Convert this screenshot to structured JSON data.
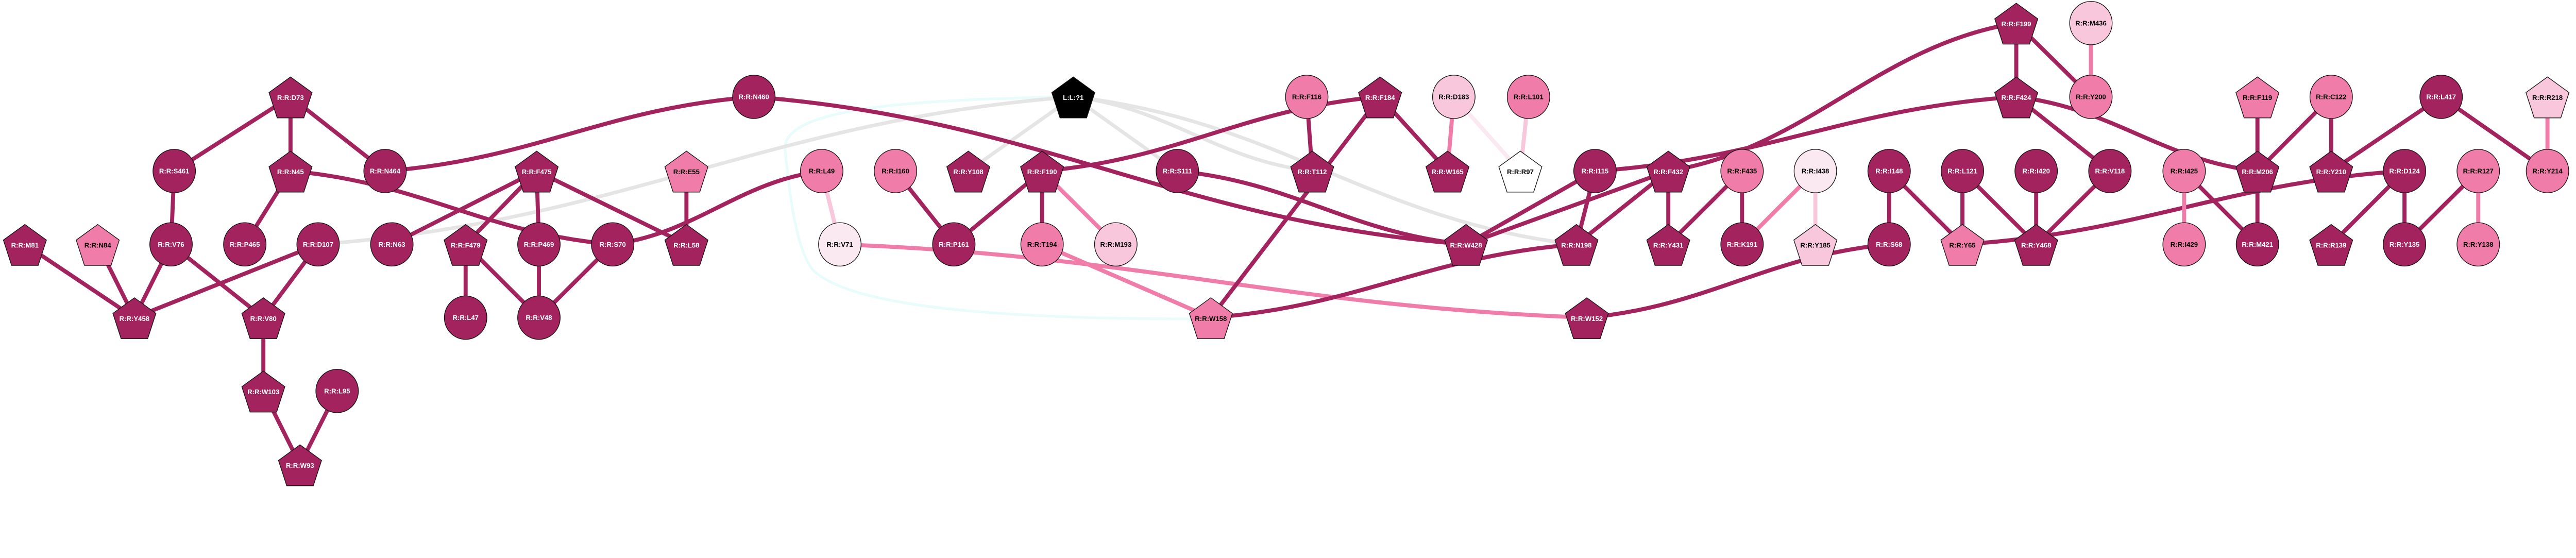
{
  "palette": {
    "dark": "#a2235e",
    "pink": "#f07ca9",
    "light": "#f9c7dc",
    "faint": "#fbe9f1",
    "white": "#ffffff",
    "black": "#000000",
    "gray_edge": "#e5e5e5",
    "hull": "#e9fcfc"
  },
  "nodes": [
    {
      "id": "D73",
      "label": "R:R:D73",
      "shape": "pentagon",
      "tone": "dark"
    },
    {
      "id": "S461",
      "label": "R:R:S461",
      "shape": "circle",
      "tone": "dark"
    },
    {
      "id": "N45",
      "label": "R:R:N45",
      "shape": "pentagon",
      "tone": "dark"
    },
    {
      "id": "N464",
      "label": "R:R:N464",
      "shape": "circle",
      "tone": "dark"
    },
    {
      "id": "M81",
      "label": "R:R:M81",
      "shape": "pentagon",
      "tone": "dark"
    },
    {
      "id": "N84",
      "label": "R:R:N84",
      "shape": "pentagon",
      "tone": "pink"
    },
    {
      "id": "V76",
      "label": "R:R:V76",
      "shape": "circle",
      "tone": "dark"
    },
    {
      "id": "P465",
      "label": "R:R:P465",
      "shape": "circle",
      "tone": "dark"
    },
    {
      "id": "D107",
      "label": "R:R:D107",
      "shape": "circle",
      "tone": "dark"
    },
    {
      "id": "N63",
      "label": "R:R:N63",
      "shape": "circle",
      "tone": "dark"
    },
    {
      "id": "Y458",
      "label": "R:R:Y458",
      "shape": "pentagon",
      "tone": "dark"
    },
    {
      "id": "V80",
      "label": "R:R:V80",
      "shape": "pentagon",
      "tone": "dark"
    },
    {
      "id": "W103",
      "label": "R:R:W103",
      "shape": "pentagon",
      "tone": "dark"
    },
    {
      "id": "L95",
      "label": "R:R:L95",
      "shape": "circle",
      "tone": "dark"
    },
    {
      "id": "W93",
      "label": "R:R:W93",
      "shape": "pentagon",
      "tone": "dark"
    },
    {
      "id": "N460",
      "label": "R:R:N460",
      "shape": "circle",
      "tone": "dark"
    },
    {
      "id": "F475",
      "label": "R:R:F475",
      "shape": "pentagon",
      "tone": "dark"
    },
    {
      "id": "E55",
      "label": "R:R:E55",
      "shape": "pentagon",
      "tone": "pink"
    },
    {
      "id": "L49",
      "label": "R:R:L49",
      "shape": "circle",
      "tone": "pink"
    },
    {
      "id": "I160",
      "label": "R:R:I160",
      "shape": "circle",
      "tone": "pink"
    },
    {
      "id": "F479",
      "label": "R:R:F479",
      "shape": "pentagon",
      "tone": "dark"
    },
    {
      "id": "P469",
      "label": "R:R:P469",
      "shape": "circle",
      "tone": "dark"
    },
    {
      "id": "S70",
      "label": "R:R:S70",
      "shape": "circle",
      "tone": "dark"
    },
    {
      "id": "L58",
      "label": "R:R:L58",
      "shape": "pentagon",
      "tone": "dark"
    },
    {
      "id": "V71",
      "label": "R:R:V71",
      "shape": "circle",
      "tone": "faint"
    },
    {
      "id": "P161",
      "label": "R:R:P161",
      "shape": "circle",
      "tone": "dark"
    },
    {
      "id": "L47",
      "label": "R:R:L47",
      "shape": "circle",
      "tone": "dark"
    },
    {
      "id": "V48",
      "label": "R:R:V48",
      "shape": "circle",
      "tone": "dark"
    },
    {
      "id": "LIG",
      "label": "L:L:?1",
      "shape": "pentagon",
      "tone": "black"
    },
    {
      "id": "Y108",
      "label": "R:R:Y108",
      "shape": "pentagon",
      "tone": "dark"
    },
    {
      "id": "F190",
      "label": "R:R:F190",
      "shape": "pentagon",
      "tone": "dark"
    },
    {
      "id": "S111",
      "label": "R:R:S111",
      "shape": "circle",
      "tone": "dark"
    },
    {
      "id": "T194",
      "label": "R:R:T194",
      "shape": "circle",
      "tone": "pink"
    },
    {
      "id": "M193",
      "label": "R:R:M193",
      "shape": "circle",
      "tone": "light"
    },
    {
      "id": "W158",
      "label": "R:R:W158",
      "shape": "pentagon",
      "tone": "pink"
    },
    {
      "id": "F116",
      "label": "R:R:F116",
      "shape": "circle",
      "tone": "pink"
    },
    {
      "id": "F184",
      "label": "R:R:F184",
      "shape": "pentagon",
      "tone": "dark"
    },
    {
      "id": "D183",
      "label": "R:R:D183",
      "shape": "circle",
      "tone": "light"
    },
    {
      "id": "L101",
      "label": "R:R:L101",
      "shape": "circle",
      "tone": "pink"
    },
    {
      "id": "T112",
      "label": "R:R:T112",
      "shape": "pentagon",
      "tone": "dark"
    },
    {
      "id": "W165",
      "label": "R:R:W165",
      "shape": "pentagon",
      "tone": "dark"
    },
    {
      "id": "R97",
      "label": "R:R:R97",
      "shape": "pentagon",
      "tone": "white"
    },
    {
      "id": "W428",
      "label": "R:R:W428",
      "shape": "pentagon",
      "tone": "dark"
    },
    {
      "id": "F199",
      "label": "R:R:F199",
      "shape": "pentagon",
      "tone": "dark"
    },
    {
      "id": "M436",
      "label": "R:R:M436",
      "shape": "circle",
      "tone": "light"
    },
    {
      "id": "F424",
      "label": "R:R:F424",
      "shape": "pentagon",
      "tone": "dark"
    },
    {
      "id": "Y200",
      "label": "R:R:Y200",
      "shape": "circle",
      "tone": "pink"
    },
    {
      "id": "I115",
      "label": "R:R:I115",
      "shape": "circle",
      "tone": "dark"
    },
    {
      "id": "F432",
      "label": "R:R:F432",
      "shape": "pentagon",
      "tone": "dark"
    },
    {
      "id": "F435",
      "label": "R:R:F435",
      "shape": "circle",
      "tone": "pink"
    },
    {
      "id": "I438",
      "label": "R:R:I438",
      "shape": "circle",
      "tone": "faint"
    },
    {
      "id": "I148",
      "label": "R:R:I148",
      "shape": "circle",
      "tone": "dark"
    },
    {
      "id": "L121",
      "label": "R:R:L121",
      "shape": "circle",
      "tone": "dark"
    },
    {
      "id": "I420",
      "label": "R:R:I420",
      "shape": "circle",
      "tone": "dark"
    },
    {
      "id": "N198",
      "label": "R:R:N198",
      "shape": "pentagon",
      "tone": "dark"
    },
    {
      "id": "Y431",
      "label": "R:R:Y431",
      "shape": "pentagon",
      "tone": "dark"
    },
    {
      "id": "K191",
      "label": "R:R:K191",
      "shape": "circle",
      "tone": "dark"
    },
    {
      "id": "Y185",
      "label": "R:R:Y185",
      "shape": "pentagon",
      "tone": "light"
    },
    {
      "id": "S68",
      "label": "R:R:S68",
      "shape": "circle",
      "tone": "dark"
    },
    {
      "id": "Y65",
      "label": "R:R:Y65",
      "shape": "pentagon",
      "tone": "pink"
    },
    {
      "id": "Y468",
      "label": "R:R:Y468",
      "shape": "pentagon",
      "tone": "dark"
    },
    {
      "id": "W152",
      "label": "R:R:W152",
      "shape": "pentagon",
      "tone": "dark"
    },
    {
      "id": "V118",
      "label": "R:R:V118",
      "shape": "circle",
      "tone": "dark"
    },
    {
      "id": "F119",
      "label": "R:R:F119",
      "shape": "pentagon",
      "tone": "pink"
    },
    {
      "id": "C122",
      "label": "R:R:C122",
      "shape": "circle",
      "tone": "pink"
    },
    {
      "id": "L417",
      "label": "R:R:L417",
      "shape": "circle",
      "tone": "dark"
    },
    {
      "id": "R218",
      "label": "R:R:R218",
      "shape": "pentagon",
      "tone": "light"
    },
    {
      "id": "I425",
      "label": "R:R:I425",
      "shape": "circle",
      "tone": "pink"
    },
    {
      "id": "M206",
      "label": "R:R:M206",
      "shape": "pentagon",
      "tone": "dark"
    },
    {
      "id": "Y210",
      "label": "R:R:Y210",
      "shape": "pentagon",
      "tone": "dark"
    },
    {
      "id": "D124",
      "label": "R:R:D124",
      "shape": "circle",
      "tone": "dark"
    },
    {
      "id": "R127",
      "label": "R:R:R127",
      "shape": "circle",
      "tone": "pink"
    },
    {
      "id": "Y214",
      "label": "R:R:Y214",
      "shape": "circle",
      "tone": "pink"
    },
    {
      "id": "I429",
      "label": "R:R:I429",
      "shape": "circle",
      "tone": "pink"
    },
    {
      "id": "M421",
      "label": "R:R:M421",
      "shape": "circle",
      "tone": "dark"
    },
    {
      "id": "R139",
      "label": "R:R:R139",
      "shape": "pentagon",
      "tone": "dark"
    },
    {
      "id": "Y135",
      "label": "R:R:Y135",
      "shape": "circle",
      "tone": "dark"
    },
    {
      "id": "Y138",
      "label": "R:R:Y138",
      "shape": "circle",
      "tone": "pink"
    }
  ],
  "edges": [
    {
      "from": "LIG",
      "to": "D107",
      "tone": "gray_edge"
    },
    {
      "from": "LIG",
      "to": "Y108",
      "tone": "gray_edge"
    },
    {
      "from": "LIG",
      "to": "S111",
      "tone": "gray_edge"
    },
    {
      "from": "LIG",
      "to": "T112",
      "tone": "gray_edge"
    },
    {
      "from": "LIG",
      "to": "N198",
      "tone": "gray_edge"
    },
    {
      "from": "D73",
      "to": "S461",
      "tone": "dark"
    },
    {
      "from": "D73",
      "to": "N45",
      "tone": "dark"
    },
    {
      "from": "D73",
      "to": "N464",
      "tone": "dark"
    },
    {
      "from": "S461",
      "to": "V76",
      "tone": "dark"
    },
    {
      "from": "N45",
      "to": "P465",
      "tone": "dark"
    },
    {
      "from": "N45",
      "to": "S70",
      "tone": "dark"
    },
    {
      "from": "N464",
      "to": "N460",
      "tone": "dark"
    },
    {
      "from": "N460",
      "to": "W428",
      "tone": "dark"
    },
    {
      "from": "M81",
      "to": "Y458",
      "tone": "dark"
    },
    {
      "from": "N84",
      "to": "Y458",
      "tone": "dark"
    },
    {
      "from": "V76",
      "to": "Y458",
      "tone": "dark"
    },
    {
      "from": "V76",
      "to": "V80",
      "tone": "dark"
    },
    {
      "from": "D107",
      "to": "Y458",
      "tone": "dark"
    },
    {
      "from": "D107",
      "to": "V80",
      "tone": "dark"
    },
    {
      "from": "V80",
      "to": "W103",
      "tone": "dark"
    },
    {
      "from": "W103",
      "to": "W93",
      "tone": "dark"
    },
    {
      "from": "L95",
      "to": "W93",
      "tone": "dark"
    },
    {
      "from": "N63",
      "to": "F475",
      "tone": "dark"
    },
    {
      "from": "F475",
      "to": "F479",
      "tone": "dark"
    },
    {
      "from": "F475",
      "to": "P469",
      "tone": "dark"
    },
    {
      "from": "F475",
      "to": "L58",
      "tone": "dark"
    },
    {
      "from": "F479",
      "to": "L47",
      "tone": "dark"
    },
    {
      "from": "F479",
      "to": "V48",
      "tone": "dark"
    },
    {
      "from": "P469",
      "to": "V48",
      "tone": "dark"
    },
    {
      "from": "S70",
      "to": "V48",
      "tone": "dark"
    },
    {
      "from": "E55",
      "to": "L58",
      "tone": "dark"
    },
    {
      "from": "L49",
      "to": "S70",
      "tone": "dark"
    },
    {
      "from": "L49",
      "to": "V71",
      "tone": "light"
    },
    {
      "from": "V71",
      "to": "W152",
      "tone": "pink"
    },
    {
      "from": "I160",
      "to": "P161",
      "tone": "dark"
    },
    {
      "from": "F190",
      "to": "P161",
      "tone": "dark"
    },
    {
      "from": "F190",
      "to": "T194",
      "tone": "dark"
    },
    {
      "from": "F190",
      "to": "M193",
      "tone": "pink"
    },
    {
      "from": "F190",
      "to": "F184",
      "tone": "dark"
    },
    {
      "from": "T194",
      "to": "W158",
      "tone": "pink"
    },
    {
      "from": "F184",
      "to": "W158",
      "tone": "dark"
    },
    {
      "from": "F184",
      "to": "W165",
      "tone": "dark"
    },
    {
      "from": "F116",
      "to": "T112",
      "tone": "dark"
    },
    {
      "from": "D183",
      "to": "W165",
      "tone": "pink"
    },
    {
      "from": "D183",
      "to": "R97",
      "tone": "faint"
    },
    {
      "from": "L101",
      "to": "R97",
      "tone": "light"
    },
    {
      "from": "S111",
      "to": "W428",
      "tone": "dark"
    },
    {
      "from": "W428",
      "to": "I115",
      "tone": "dark"
    },
    {
      "from": "W428",
      "to": "F432",
      "tone": "dark"
    },
    {
      "from": "W158",
      "to": "N198",
      "tone": "dark"
    },
    {
      "from": "I115",
      "to": "N198",
      "tone": "dark"
    },
    {
      "from": "I115",
      "to": "F424",
      "tone": "dark"
    },
    {
      "from": "F432",
      "to": "N198",
      "tone": "dark"
    },
    {
      "from": "F432",
      "to": "Y431",
      "tone": "dark"
    },
    {
      "from": "F432",
      "to": "F199",
      "tone": "dark"
    },
    {
      "from": "F435",
      "to": "Y431",
      "tone": "dark"
    },
    {
      "from": "F435",
      "to": "K191",
      "tone": "dark"
    },
    {
      "from": "I438",
      "to": "K191",
      "tone": "pink"
    },
    {
      "from": "I438",
      "to": "Y185",
      "tone": "light"
    },
    {
      "from": "I148",
      "to": "S68",
      "tone": "dark"
    },
    {
      "from": "I148",
      "to": "Y65",
      "tone": "dark"
    },
    {
      "from": "L121",
      "to": "Y65",
      "tone": "dark"
    },
    {
      "from": "L121",
      "to": "Y468",
      "tone": "dark"
    },
    {
      "from": "I420",
      "to": "Y468",
      "tone": "dark"
    },
    {
      "from": "S68",
      "to": "W152",
      "tone": "dark"
    },
    {
      "from": "F199",
      "to": "F424",
      "tone": "dark"
    },
    {
      "from": "F199",
      "to": "Y200",
      "tone": "dark"
    },
    {
      "from": "M436",
      "to": "Y200",
      "tone": "pink"
    },
    {
      "from": "F424",
      "to": "M206",
      "tone": "dark"
    },
    {
      "from": "F424",
      "to": "V118",
      "tone": "dark"
    },
    {
      "from": "V118",
      "to": "Y468",
      "tone": "dark"
    },
    {
      "from": "Y65",
      "to": "D124",
      "tone": "dark"
    },
    {
      "from": "F119",
      "to": "M206",
      "tone": "dark"
    },
    {
      "from": "C122",
      "to": "M206",
      "tone": "dark"
    },
    {
      "from": "C122",
      "to": "Y210",
      "tone": "dark"
    },
    {
      "from": "L417",
      "to": "Y210",
      "tone": "dark"
    },
    {
      "from": "L417",
      "to": "Y214",
      "tone": "dark"
    },
    {
      "from": "R218",
      "to": "Y214",
      "tone": "pink"
    },
    {
      "from": "I425",
      "to": "I429",
      "tone": "pink"
    },
    {
      "from": "I425",
      "to": "M421",
      "tone": "dark"
    },
    {
      "from": "M206",
      "to": "M421",
      "tone": "dark"
    },
    {
      "from": "D124",
      "to": "R139",
      "tone": "dark"
    },
    {
      "from": "D124",
      "to": "Y135",
      "tone": "dark"
    },
    {
      "from": "R127",
      "to": "Y135",
      "tone": "dark"
    },
    {
      "from": "R127",
      "to": "Y138",
      "tone": "pink"
    }
  ]
}
